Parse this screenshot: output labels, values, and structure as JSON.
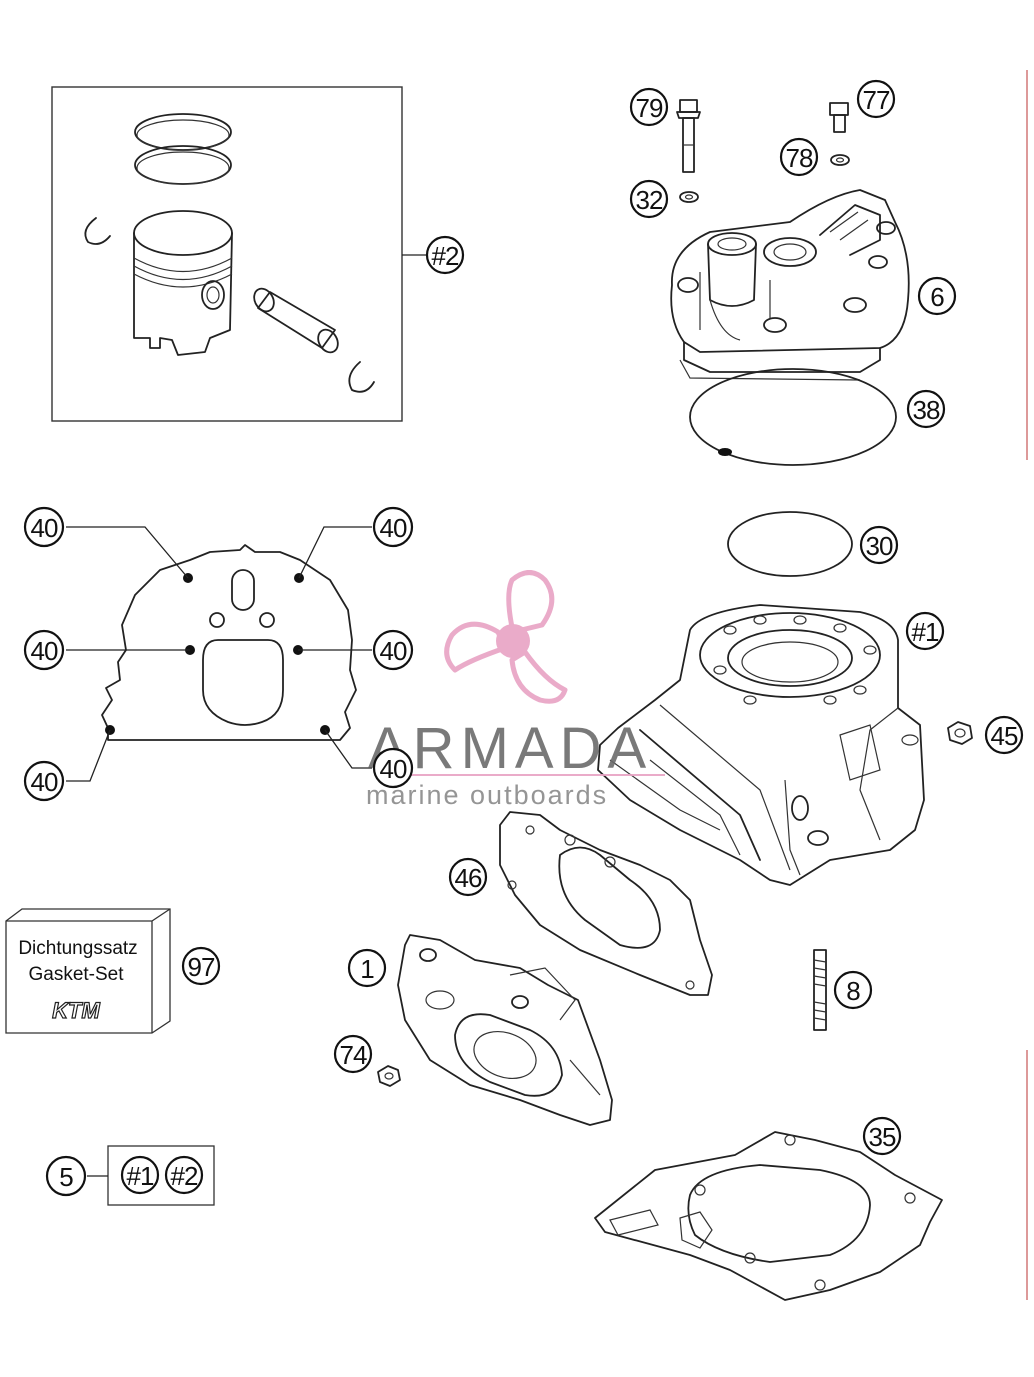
{
  "labels": {
    "l79": "79",
    "l77": "77",
    "l78": "78",
    "l32": "32",
    "l6": "6",
    "l38": "38",
    "l2": "#2",
    "l40a": "40",
    "l40b": "40",
    "l40c": "40",
    "l40d": "40",
    "l40e": "40",
    "l40f": "40",
    "l30": "30",
    "l1c": "#1",
    "l45": "45",
    "l46": "46",
    "l1": "1",
    "l74": "74",
    "l8": "8",
    "l97": "97",
    "l35": "35",
    "l5": "5",
    "l5a": "#1",
    "l5b": "#2"
  },
  "gasket_set": {
    "line1": "Dichtungssatz",
    "line2": "Gasket-Set",
    "logo": "KTM"
  },
  "watermark": {
    "brand": "ARMADA",
    "tagline": "marine outboards",
    "color": "#e8a3c4"
  }
}
